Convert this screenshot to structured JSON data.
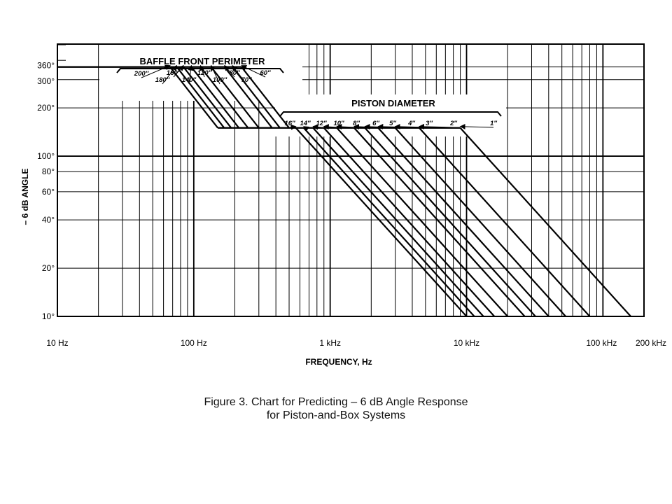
{
  "chart_data": {
    "type": "line",
    "xscale": "log",
    "yscale": "log",
    "xlim": [
      10,
      200000
    ],
    "ylim": [
      10,
      500
    ],
    "xlabel": "FREQUENCY, Hz",
    "ylabel": "– 6 dB ANGLE",
    "x_ticks": [
      {
        "value": 10,
        "label": "10 Hz"
      },
      {
        "value": 100,
        "label": "100 Hz"
      },
      {
        "value": 1000,
        "label": "1 kHz"
      },
      {
        "value": 10000,
        "label": "10 kHz"
      },
      {
        "value": 100000,
        "label": "100 kHz"
      },
      {
        "value": 200000,
        "label": "200 kHz"
      }
    ],
    "y_ticks": [
      {
        "value": 10,
        "label": "10°"
      },
      {
        "value": 20,
        "label": "20°"
      },
      {
        "value": 40,
        "label": "40°"
      },
      {
        "value": 60,
        "label": "60°"
      },
      {
        "value": 80,
        "label": "80°"
      },
      {
        "value": 100,
        "label": "100°"
      },
      {
        "value": 200,
        "label": "200°"
      },
      {
        "value": 300,
        "label": "300°"
      },
      {
        "value": 360,
        "label": "360°"
      }
    ],
    "grid": true,
    "annotations": {
      "baffle_title": "BAFFLE FRONT PERIMETER",
      "piston_title": "PISTON DIAMETER"
    },
    "baffle_series": [
      {
        "label": "200″",
        "x_start": 67,
        "x_end": 150,
        "y_start": 360,
        "y_end": 150
      },
      {
        "label": "180″",
        "x_start": 75,
        "x_end": 167,
        "y_start": 360,
        "y_end": 150
      },
      {
        "label": "160″",
        "x_start": 84,
        "x_end": 188,
        "y_start": 360,
        "y_end": 150
      },
      {
        "label": "140″",
        "x_start": 96,
        "x_end": 214,
        "y_start": 360,
        "y_end": 150
      },
      {
        "label": "120″",
        "x_start": 112,
        "x_end": 250,
        "y_start": 360,
        "y_end": 150
      },
      {
        "label": "100″",
        "x_start": 134,
        "x_end": 300,
        "y_start": 360,
        "y_end": 150
      },
      {
        "label": "80″",
        "x_start": 168,
        "x_end": 375,
        "y_start": 360,
        "y_end": 150
      },
      {
        "label": "70″",
        "x_start": 192,
        "x_end": 428,
        "y_start": 360,
        "y_end": 150
      },
      {
        "label": "60″",
        "x_start": 224,
        "x_end": 500,
        "y_start": 360,
        "y_end": 150
      }
    ],
    "piston_series": [
      {
        "label": "16″",
        "x_start": 560,
        "x_end": 10000,
        "y_start": 150,
        "y_end": 10
      },
      {
        "label": "14″",
        "x_start": 640,
        "x_end": 11400,
        "y_start": 150,
        "y_end": 10
      },
      {
        "label": "12″",
        "x_start": 750,
        "x_end": 13300,
        "y_start": 150,
        "y_end": 10
      },
      {
        "label": "10″",
        "x_start": 900,
        "x_end": 16000,
        "y_start": 150,
        "y_end": 10
      },
      {
        "label": "8″",
        "x_start": 1120,
        "x_end": 20000,
        "y_start": 150,
        "y_end": 10
      },
      {
        "label": "6″",
        "x_start": 1500,
        "x_end": 26700,
        "y_start": 150,
        "y_end": 10
      },
      {
        "label": "5″",
        "x_start": 1800,
        "x_end": 32000,
        "y_start": 150,
        "y_end": 10
      },
      {
        "label": "4″",
        "x_start": 2250,
        "x_end": 40000,
        "y_start": 150,
        "y_end": 10
      },
      {
        "label": "3″",
        "x_start": 3000,
        "x_end": 53300,
        "y_start": 150,
        "y_end": 10
      },
      {
        "label": "2″",
        "x_start": 4500,
        "x_end": 80000,
        "y_start": 150,
        "y_end": 10
      },
      {
        "label": "1″",
        "x_start": 9000,
        "x_end": 160000,
        "y_start": 150,
        "y_end": 10
      }
    ]
  },
  "figure": {
    "caption_line1": "Figure 3. Chart for Predicting – 6 dB Angle Response",
    "caption_line2": "for Piston-and-Box Systems"
  }
}
